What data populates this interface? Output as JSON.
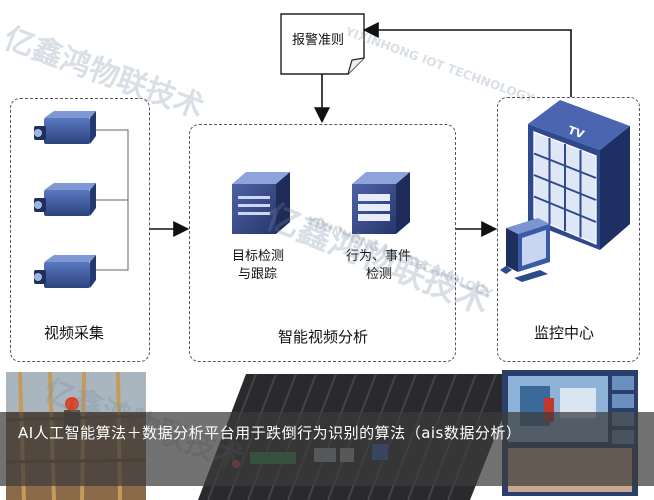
{
  "rule_box": {
    "label": "报警准则"
  },
  "panels": {
    "capture": {
      "label": "视频采集"
    },
    "analysis": {
      "label": "智能视频分析"
    },
    "monitor": {
      "label": "监控中心"
    }
  },
  "servers": {
    "left": {
      "label_line1": "目标检测",
      "label_line2": "与跟踪"
    },
    "right": {
      "label_line1": "行为、事件",
      "label_line2": "检测"
    }
  },
  "tv_text": "TV",
  "watermarks": {
    "brand_cn": "亿鑫鸿物联技术",
    "brand_en": "YIXINHONG IOT TECHNOLOGY"
  },
  "caption": {
    "text": "AI人工智能算法＋数据分析平台用于跌倒行为识别的算法（ais数据分析）"
  },
  "colors": {
    "camera": "#3d5aa0",
    "server": "#3a4d8c",
    "tv_frame": "#2f4a8c",
    "caption_bg": "#3c3c3c"
  }
}
